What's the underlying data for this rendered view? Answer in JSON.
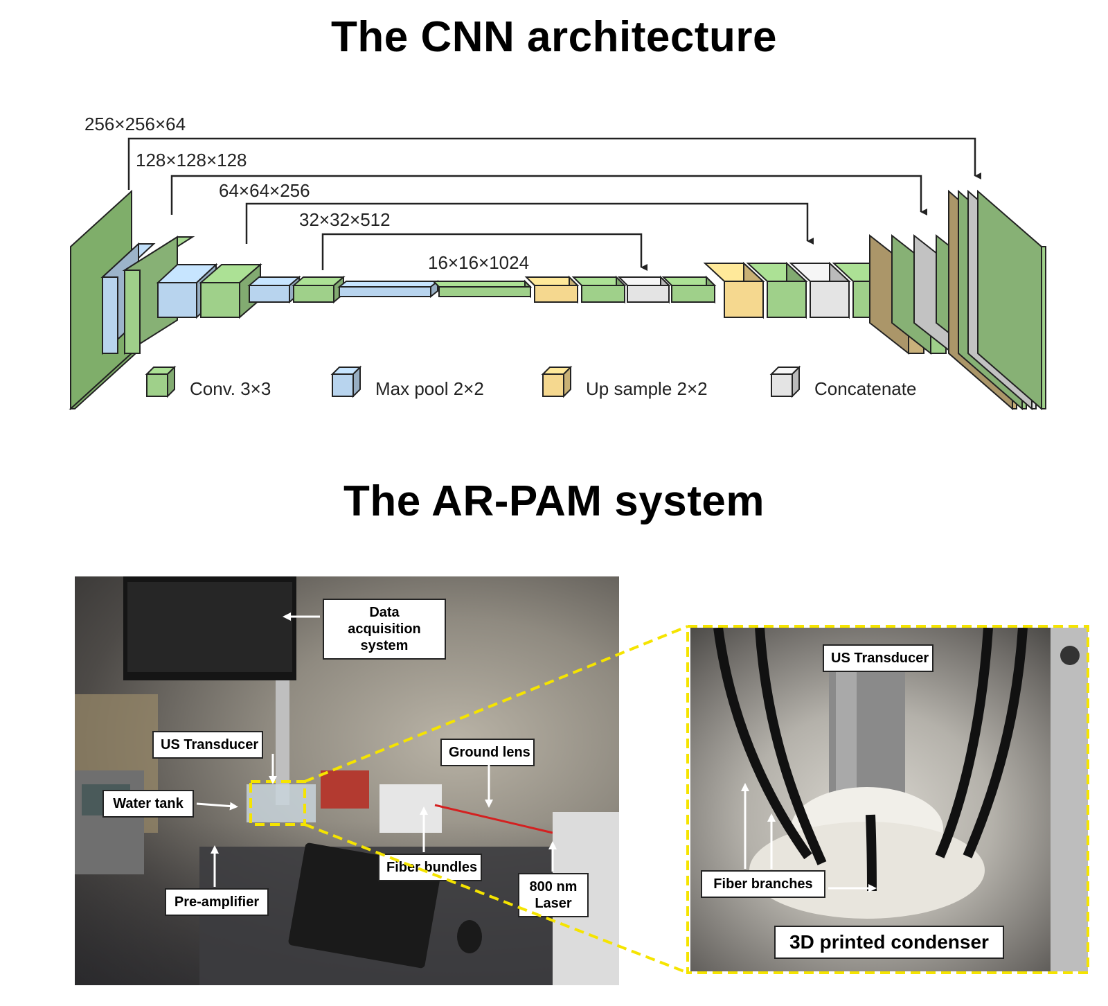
{
  "titles": {
    "cnn": "The CNN architecture",
    "pam": "The AR-PAM system"
  },
  "cnn": {
    "skip_labels": [
      "256×256×64",
      "128×128×128",
      "64×64×256",
      "32×32×512"
    ],
    "bottleneck_label": "16×16×1024",
    "legend": [
      {
        "label": "Conv. 3×3",
        "color": "#9fd08a"
      },
      {
        "label": "Max pool 2×2",
        "color": "#b8d4ee"
      },
      {
        "label": "Up sample 2×2",
        "color": "#f5d88f"
      },
      {
        "label": "Concatenate",
        "color": "#e4e4e4"
      }
    ],
    "colors": {
      "conv": "#9fd08a",
      "conv_dark": "#7fae6a",
      "pool": "#b8d4ee",
      "up": "#f5d88f",
      "up_dark": "#c9b17b",
      "concat": "#e4e4e4",
      "outline": "#222222"
    }
  },
  "pam": {
    "setup_callouts": {
      "daq": "Data acquisition system",
      "us_transducer": "US Transducer",
      "water_tank": "Water tank",
      "ground_lens": "Ground lens",
      "fiber_bundles": "Fiber bundles",
      "pre_amplifier": "Pre-amplifier",
      "laser": "800 nm Laser"
    },
    "zoom_callouts": {
      "us_transducer": "US Transducer",
      "fiber_branches": "Fiber branches",
      "condenser": "3D printed condenser"
    },
    "highlight_color": "#f5e400"
  }
}
